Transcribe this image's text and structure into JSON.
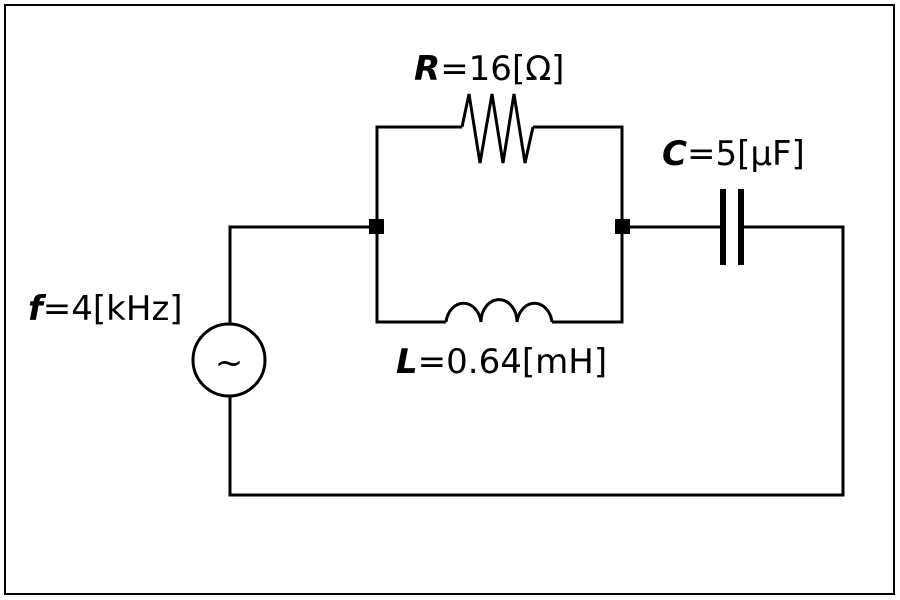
{
  "components": {
    "resistor": {
      "symbol": "R",
      "value": "=16[Ω]"
    },
    "inductor": {
      "symbol": "L",
      "value": "=0.64[mH]"
    },
    "capacitor": {
      "symbol": "C",
      "value": "=5[μF]"
    },
    "source": {
      "symbol": "f",
      "value": "=4[kHz]",
      "glyph": "~"
    }
  },
  "colors": {
    "line": "#000000",
    "background": "#ffffff"
  }
}
